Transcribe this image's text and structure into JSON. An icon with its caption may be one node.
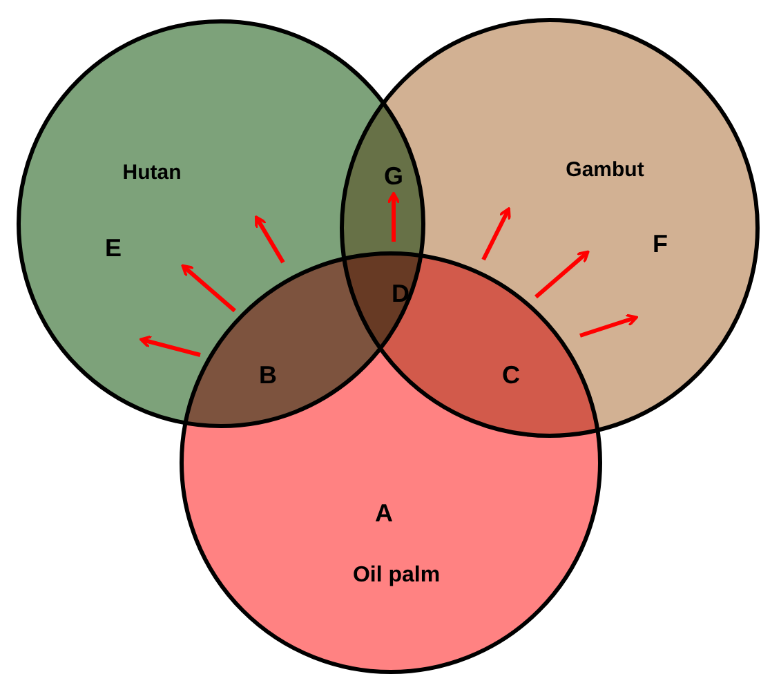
{
  "diagram": {
    "nodes": [
      {
        "text": [
          "Hutan",
          "E"
        ]
      },
      {
        "text": [
          "Gambut",
          "F"
        ]
      },
      {
        "text": [
          "A",
          "Oil palm"
        ]
      }
    ],
    "labels": [
      "G",
      "D",
      "B",
      "C"
    ]
  }
}
